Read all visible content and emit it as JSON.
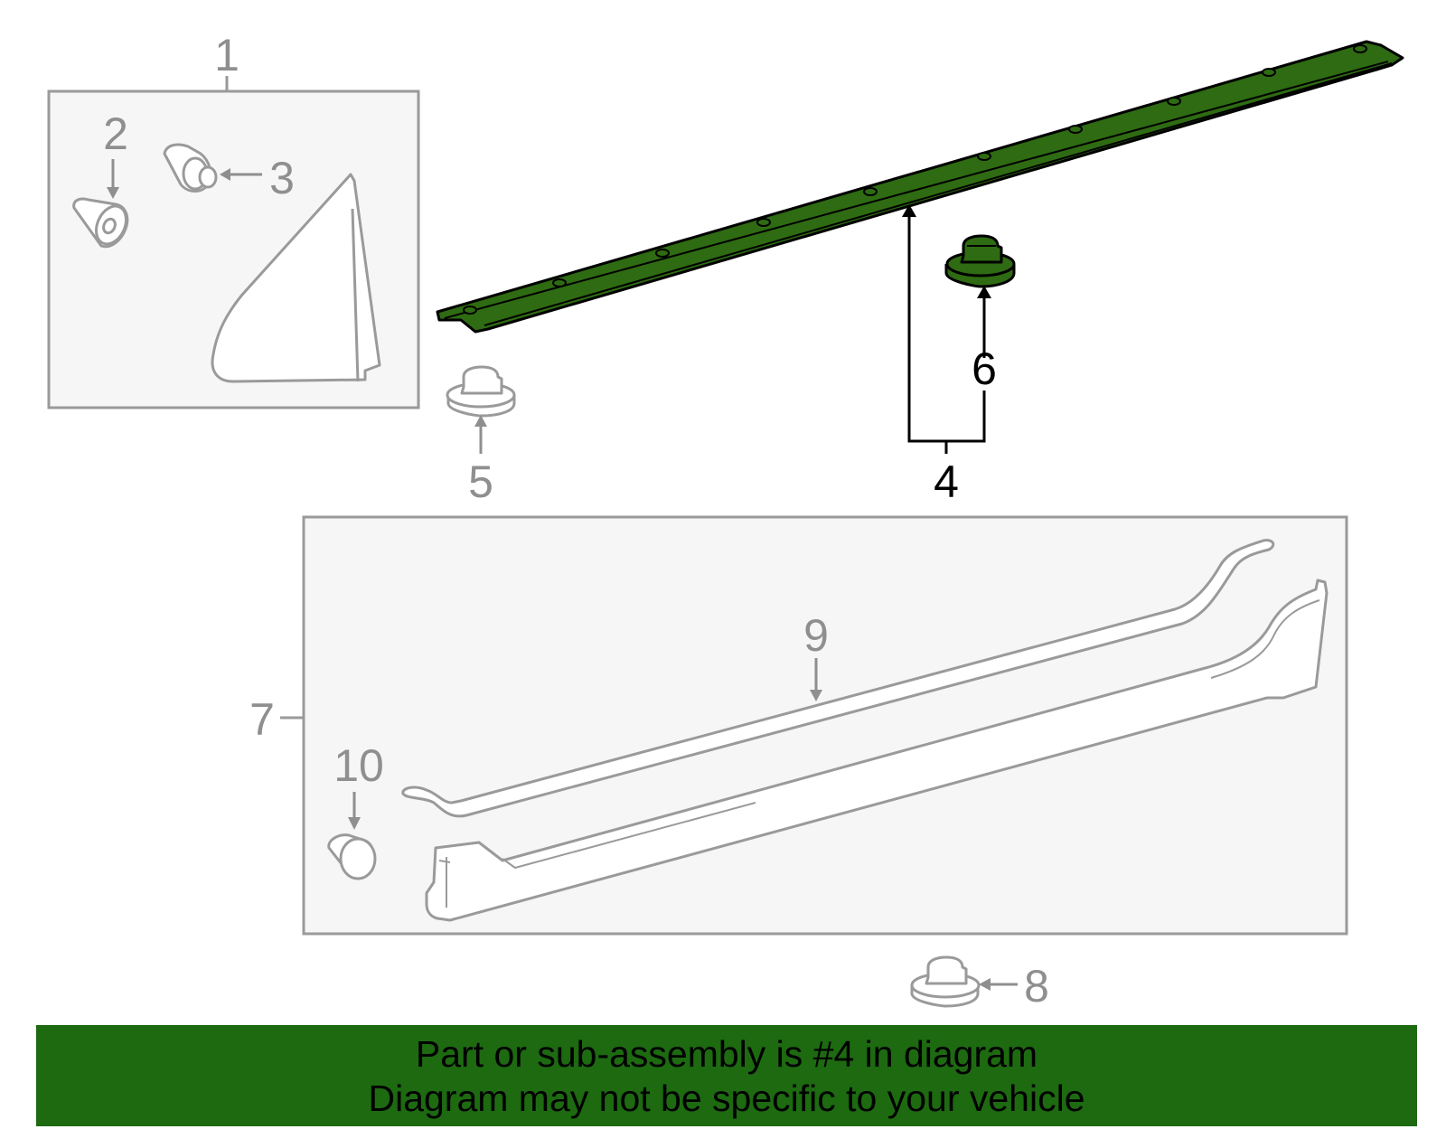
{
  "callouts": {
    "c1": "1",
    "c2": "2",
    "c3": "3",
    "c4": "4",
    "c5": "5",
    "c6": "6",
    "c7": "7",
    "c8": "8",
    "c9": "9",
    "c10": "10"
  },
  "colors": {
    "highlight": "#2e6b12",
    "banner": "#1d6a11",
    "outline_gray": "#9a9a9a",
    "box_fill": "#f6f6f6"
  },
  "banner": {
    "line1": "Part or sub-assembly is #4 in diagram",
    "line2": "Diagram may not be specific to your vehicle"
  }
}
